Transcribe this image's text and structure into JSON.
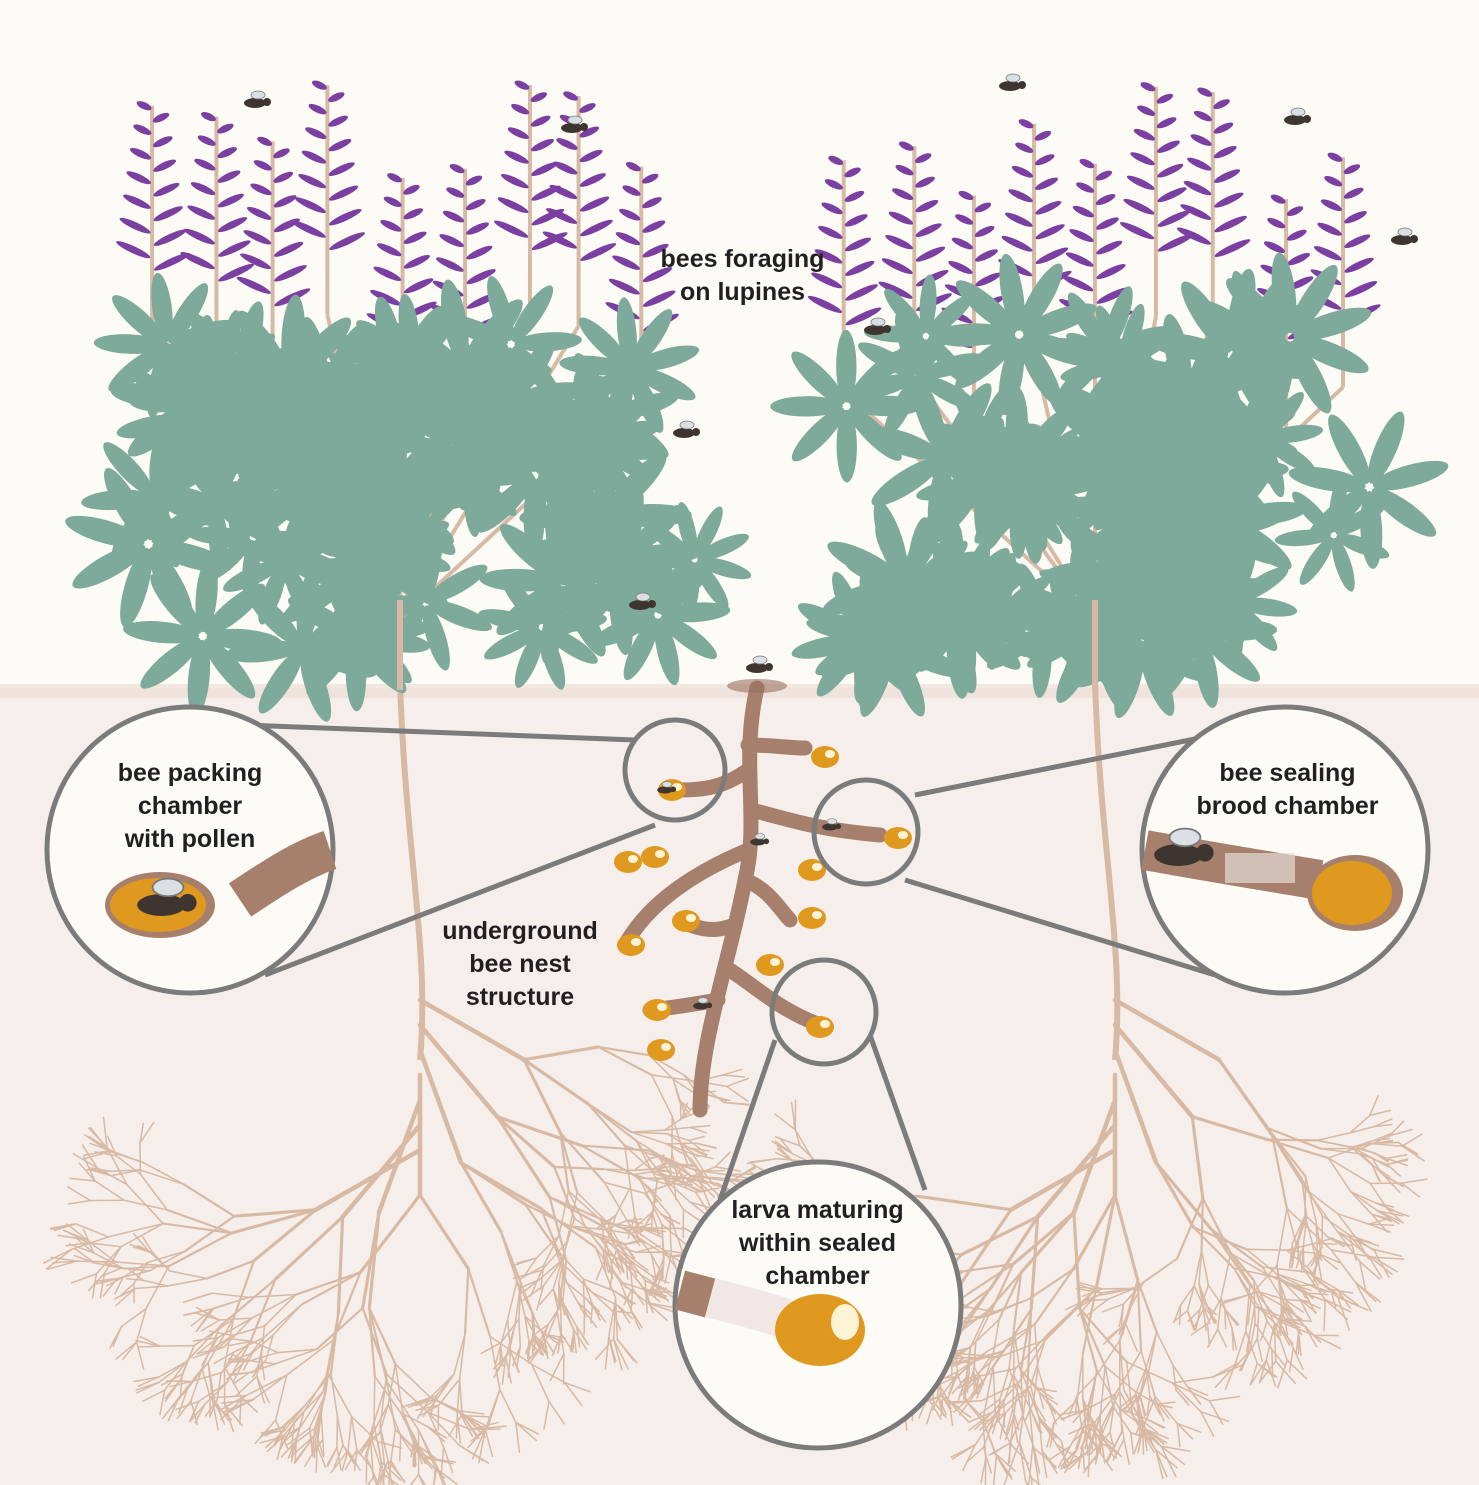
{
  "labels": {
    "foraging": "bees foraging\non lupines",
    "packing": "bee packing\nchamber\nwith pollen",
    "nest": "underground\nbee nest\nstructure",
    "sealing": "bee sealing\nbrood chamber",
    "larva": "larva maturing\nwithin sealed\nchamber"
  },
  "colors": {
    "sky": "#fdfbf6",
    "soil": "#f6eeea",
    "leaf": "#7eaa9b",
    "flower": "#7a3fa0",
    "root": "#d8b9a4",
    "nest": "#a6806c",
    "cell": "#e0991f",
    "magnifier": "#7b7b7b"
  },
  "icons": [
    "bee-icon",
    "lupine-plant-icon",
    "nest-tunnel-icon",
    "magnifier-circle-icon"
  ]
}
